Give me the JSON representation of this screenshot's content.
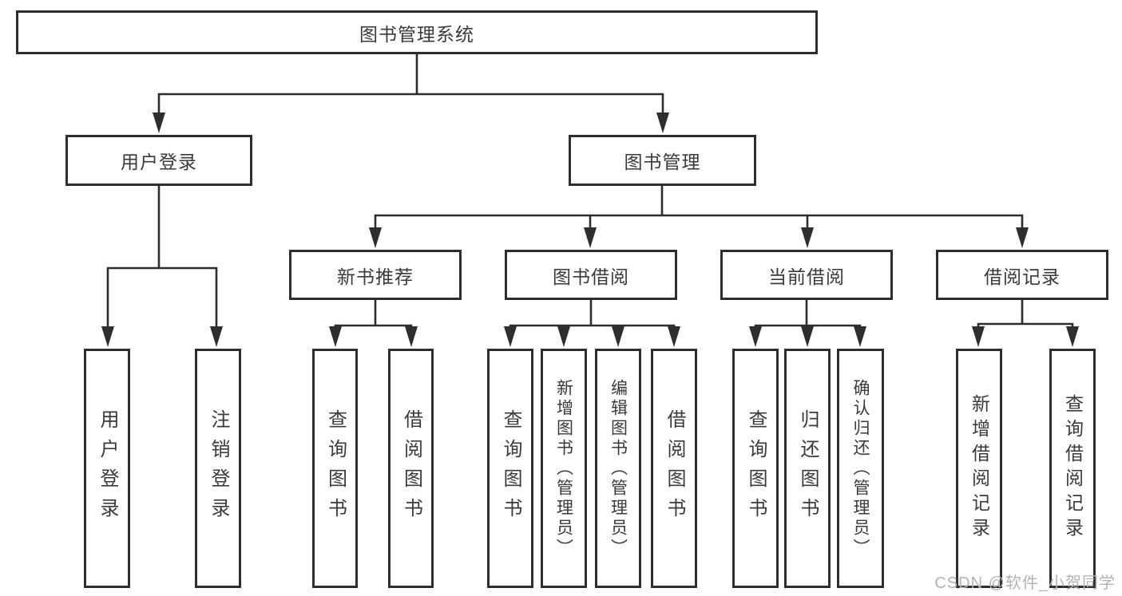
{
  "diagram": {
    "title": "图书管理系统",
    "level2": {
      "user_login": {
        "label": "用户登录"
      },
      "book_mgmt": {
        "label": "图书管理"
      }
    },
    "level3": {
      "new_book_rec": {
        "label": "新书推荐"
      },
      "book_borrow": {
        "label": "图书借阅"
      },
      "current_borrow": {
        "label": "当前借阅"
      },
      "borrow_records": {
        "label": "借阅记录"
      }
    },
    "leaves": {
      "user_login": {
        "label": "用户登录"
      },
      "logout": {
        "label": "注销登录"
      },
      "query_books_rec": {
        "label": "查询图书"
      },
      "borrow_books_rec": {
        "label": "借阅图书"
      },
      "query_books_borrow": {
        "label": "查询图书"
      },
      "add_books": {
        "label": "新增图书（管理员）"
      },
      "edit_books": {
        "label": "编辑图书（管理员）"
      },
      "borrow_books": {
        "label": "借阅图书"
      },
      "query_books_current": {
        "label": "查询图书"
      },
      "return_books": {
        "label": "归还图书"
      },
      "confirm_return": {
        "label": "确认归还（管理员）"
      },
      "add_borrow_record": {
        "label": "新增借阅记录"
      },
      "query_borrow_record": {
        "label": "查询借阅记录"
      }
    }
  },
  "watermark": "CSDN @软件_小贺同学",
  "colors": {
    "line": "#2e2e2e",
    "box_border": "#2e2e2e",
    "text": "#3a3a3a",
    "watermark": "#b3b3b3",
    "background": "#ffffff"
  }
}
